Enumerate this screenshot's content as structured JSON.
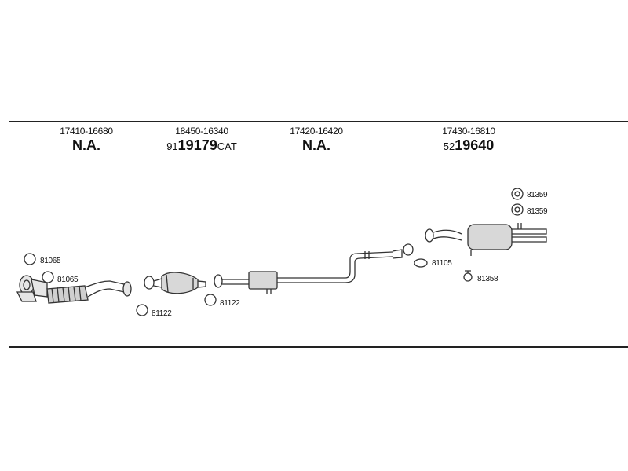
{
  "columns": [
    {
      "oe": "17410-16680",
      "na": "N.A."
    },
    {
      "oe": "18450-16340",
      "prefix": "91",
      "main": "19179",
      "suffix": "CAT"
    },
    {
      "oe": "17420-16420",
      "na": "N.A."
    },
    {
      "oe": "17430-16810",
      "prefix": "52",
      "main": "19640"
    }
  ],
  "labels": {
    "l1": "81065",
    "l2": "81065",
    "l3": "81122",
    "l4": "81122",
    "l5": "81105",
    "l6": "81358",
    "l7": "81359",
    "l8": "81359"
  },
  "colors": {
    "line": "#222222",
    "part_fill": "#d8d8d8",
    "part_stroke": "#333333"
  }
}
